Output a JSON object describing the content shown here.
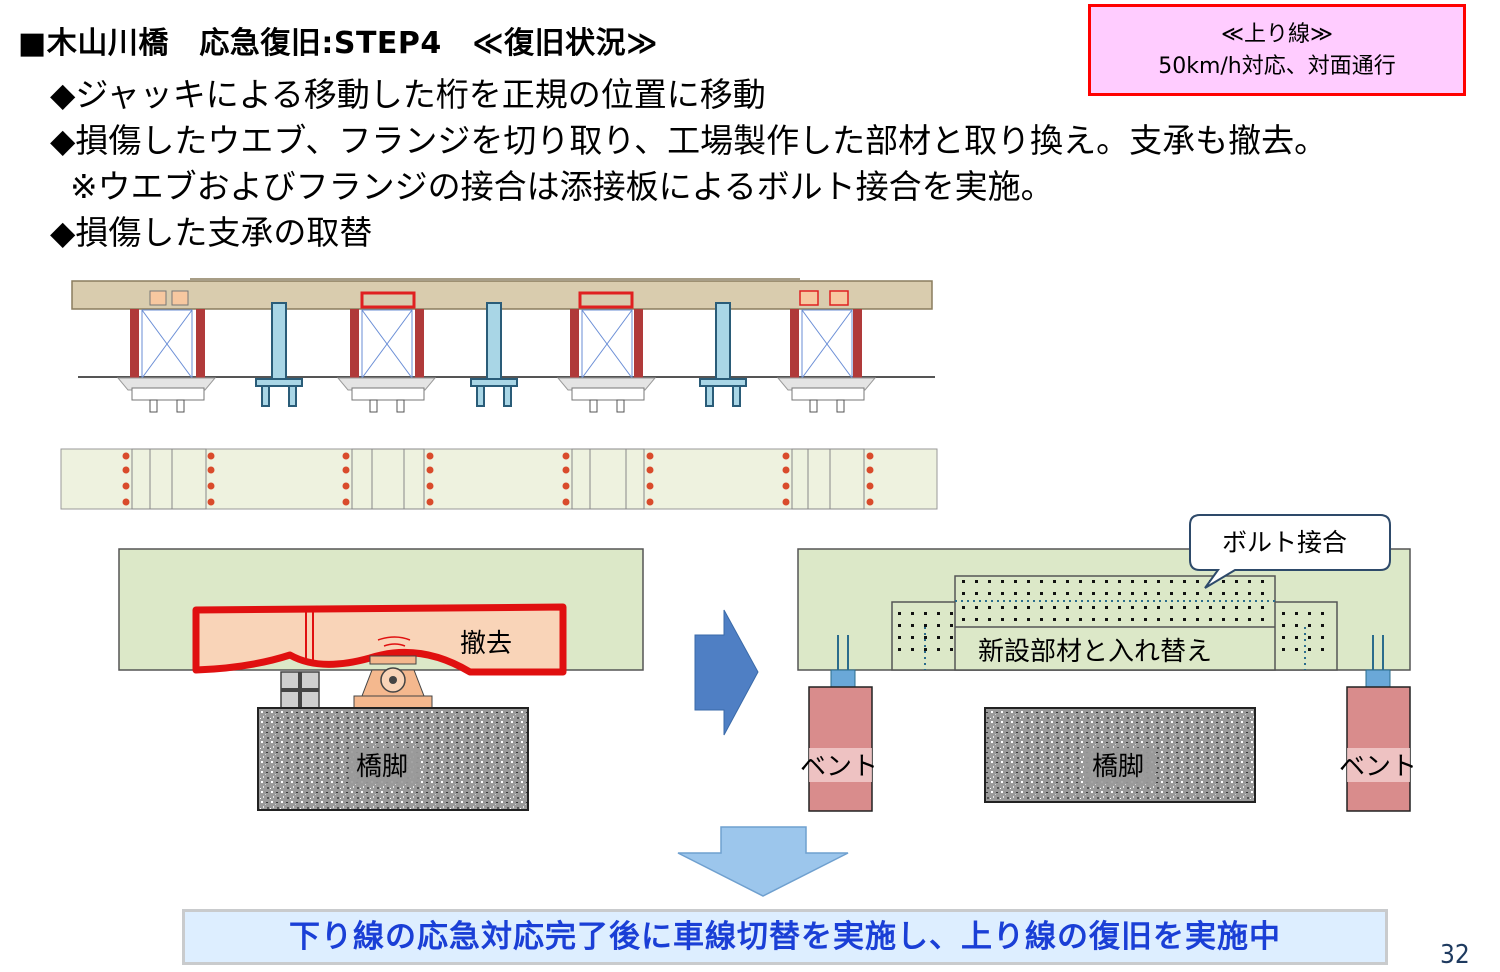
{
  "header": {
    "title": "■木山川橋　応急復旧:STEP4　≪復旧状況≫",
    "badge_line1": "≪上り線≫",
    "badge_line2": "50km/h対応、対面通行"
  },
  "bullets": [
    "◆ジャッキによる移動した桁を正規の位置に移動",
    "◆損傷したウエブ、フランジを切り取り、工場製作した部材と取り換え。支承も撤去。",
    "※ウエブおよびフランジの接合は添接板によるボルト接合を実施。",
    "◆損傷した支承の取替"
  ],
  "diagram": {
    "left_removed_label": "撤去",
    "left_pier_label": "橋脚",
    "right_callout_label": "ボルト接合",
    "right_member_label": "新設部材と入れ替え",
    "right_pier_label": "橋脚",
    "bent_left_label": "ベント",
    "bent_right_label": "ベント"
  },
  "footer": {
    "message": "下り線の応急対応完了後に車線切替を実施し、上り線の復旧を実施中",
    "page_number": "32"
  }
}
